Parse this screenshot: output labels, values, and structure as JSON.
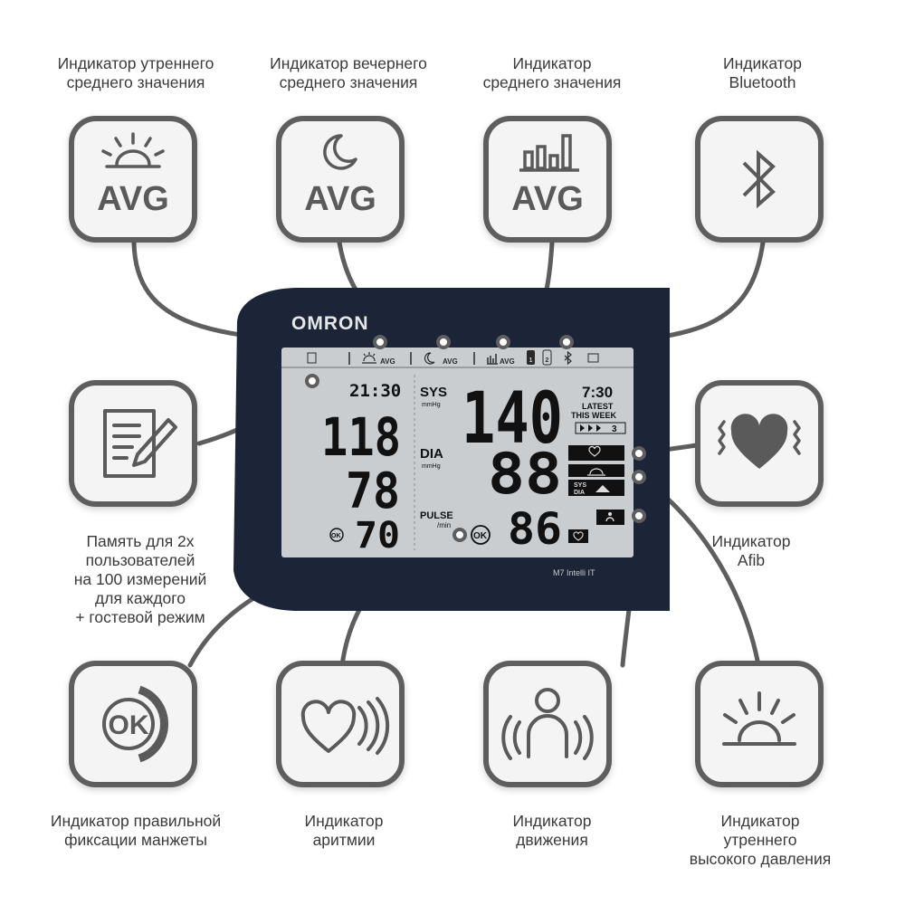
{
  "labels": {
    "morning_avg": "Индикатор утреннего\nсреднего значения",
    "evening_avg": "Индикатор вечернего\nсреднего значения",
    "avg": "Индикатор\nсреднего значения",
    "bluetooth": "Индикатор\nBluetooth",
    "memory": "Память для 2х\nпользователей\nна 100 измерений\nдля каждого\n+ гостевой режим",
    "afib": "Индикатор\nAfib",
    "cuff_ok": "Индикатор правильной\nфиксации манжеты",
    "arrhythmia": "Индикатор\nаритмии",
    "movement": "Индикатор\nдвижения",
    "morning_high": "Индикатор\nутреннего\nвысокого давления"
  },
  "icons": {
    "avg_text": "AVG",
    "ok_text": "OK"
  },
  "device": {
    "brand": "OMRON",
    "model": "M7 Intelli IT",
    "status_avg": "AVG",
    "time_left": "21:30",
    "prev_sys": "118",
    "prev_dia": "78",
    "prev_pulse": "70",
    "sys_label": "SYS",
    "dia_label": "DIA",
    "unit": "mmHg",
    "pulse_label": "PULSE",
    "pulse_unit": "/min",
    "sys": "140",
    "dia": "88",
    "pulse": "86",
    "time_right": "7:30",
    "latest": "LATEST",
    "this_week": "THIS WEEK",
    "week_count": "3",
    "mini_sys": "SYS",
    "mini_dia": "DIA",
    "user_1": "1",
    "user_2": "2",
    "ok": "OK"
  },
  "colors": {
    "tile_border": "#5e5e5e",
    "icon": "#5a5a5a",
    "device_body": "#1c2438",
    "lcd": "#c9cdd0",
    "wire": "#5e5e5e"
  }
}
